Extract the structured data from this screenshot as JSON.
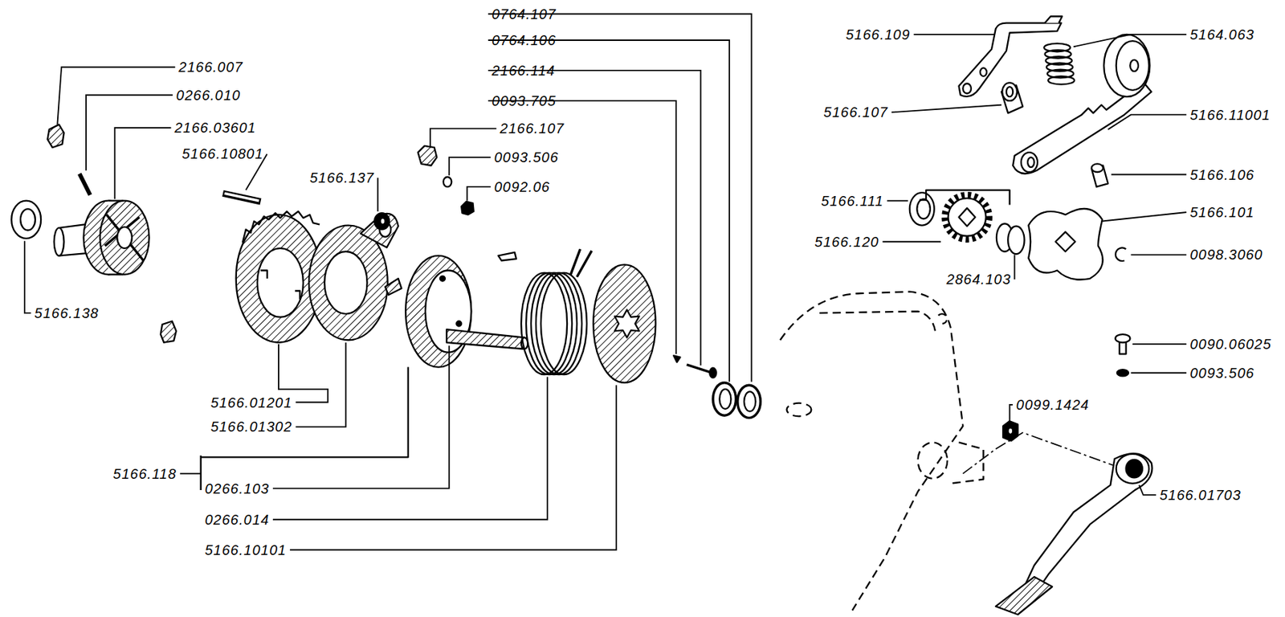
{
  "diagram": {
    "labels": [
      "0764.107",
      "5166.109",
      "5164.063",
      "0764.106",
      "2166.007",
      "2166.114",
      "0266.010",
      "0093.705",
      "5166.107",
      "5166.11001",
      "2166.03601",
      "2166.107",
      "5166.10801",
      "0093.506",
      "5166.106",
      "5166.137",
      "0092.06",
      "5166.111",
      "5166.101",
      "5166.120",
      "0098.3060",
      "2864.103",
      "5166.138",
      "0090.06025",
      "0093.506",
      "5166.01201",
      "0099.1424",
      "5166.01302",
      "5166.118",
      "0266.103",
      "5166.01703",
      "0266.014",
      "5166.10101"
    ]
  }
}
